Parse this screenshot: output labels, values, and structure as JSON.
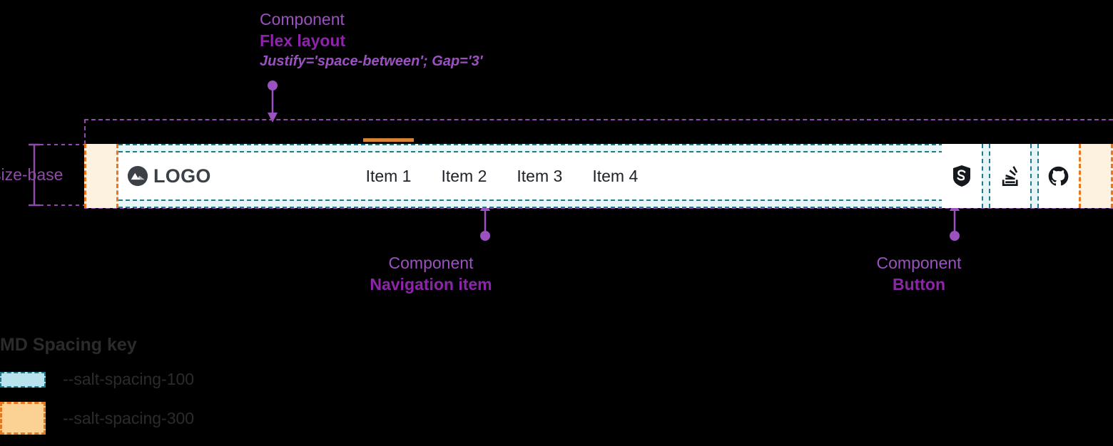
{
  "annotations": [
    {
      "id": "flex-layout",
      "kind": "Component",
      "name": "Flex layout",
      "props": "Justify='space-between'; Gap='3'"
    },
    {
      "id": "navigation-item",
      "kind": "Component",
      "name": "Navigation item",
      "props": ""
    },
    {
      "id": "button",
      "kind": "Component",
      "name": "Button",
      "props": ""
    }
  ],
  "measure": {
    "label": "size-base"
  },
  "navbar": {
    "logo": {
      "icon": "mountain-logo-icon",
      "text": "LOGO"
    },
    "items": [
      {
        "label": "Item 1",
        "active": true
      },
      {
        "label": "Item 2",
        "active": false
      },
      {
        "label": "Item 3",
        "active": false
      },
      {
        "label": "Item 4",
        "active": false
      }
    ],
    "actions": [
      {
        "id": "salt",
        "icon": "salt-shield-icon"
      },
      {
        "id": "stackoverflow",
        "icon": "stack-overflow-icon"
      },
      {
        "id": "github",
        "icon": "github-icon"
      }
    ]
  },
  "legend": {
    "title": "MD Spacing key",
    "rows": [
      {
        "token": "--salt-spacing-100",
        "swatch": "spacing-100"
      },
      {
        "token": "--salt-spacing-300",
        "swatch": "spacing-300"
      }
    ]
  },
  "colors": {
    "annotation_purple": "#8e24aa",
    "annotation_purple_light": "#9b51c0",
    "boundary_purple": "#8e4ba8",
    "spacing_100_fill": "#b9e3ec",
    "spacing_100_stroke": "#1f7a8c",
    "spacing_300_fill": "#fcd194",
    "spacing_300_stroke": "#e8761e",
    "active_underline": "#d98236",
    "navbar_bg": "#ffffff",
    "page_bg": "#000000"
  }
}
